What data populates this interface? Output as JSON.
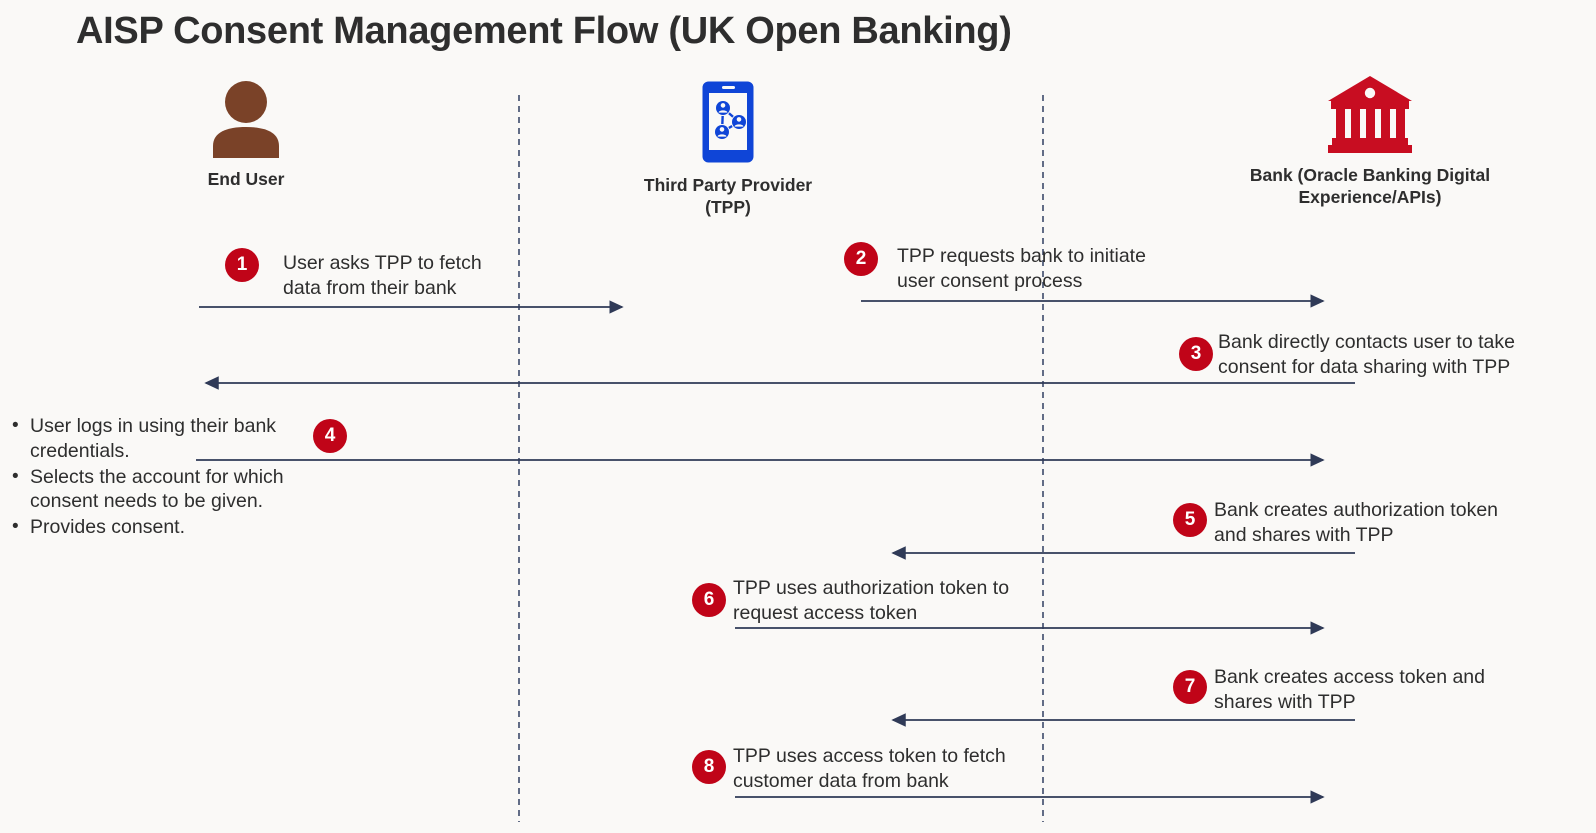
{
  "page": {
    "title": "AISP Consent Management Flow (UK Open Banking)",
    "background_color": "#faf9f7",
    "accent_red": "#c00418",
    "arrow_color": "#2f3a57",
    "lifeline_color": "#3c4a6b",
    "brown": "#7a4228",
    "blue": "#0f45d7"
  },
  "actors": [
    {
      "id": "end-user",
      "label": "End User",
      "icon": "user-icon"
    },
    {
      "id": "tpp",
      "label": "Third Party\nProvider (TPP)",
      "icon": "mobile-network-icon"
    },
    {
      "id": "bank",
      "label": "Bank (Oracle Banking Digital\nExperience/APIs)",
      "icon": "bank-building-icon"
    }
  ],
  "steps": [
    {
      "number": "1",
      "text": "User asks TPP to fetch\ndata from their bank",
      "from": "end-user",
      "to": "tpp",
      "direction": "right"
    },
    {
      "number": "2",
      "text": "TPP requests bank to initiate\nuser consent process",
      "from": "tpp",
      "to": "bank",
      "direction": "right"
    },
    {
      "number": "3",
      "text": "Bank directly contacts user to take\nconsent for data sharing with TPP",
      "from": "bank",
      "to": "end-user",
      "direction": "left"
    },
    {
      "number": "4",
      "text": "",
      "from": "end-user",
      "to": "bank",
      "direction": "right"
    },
    {
      "number": "5",
      "text": "Bank creates authorization token\nand shares with TPP",
      "from": "bank",
      "to": "tpp",
      "direction": "left"
    },
    {
      "number": "6",
      "text": "TPP uses authorization token to\nrequest access token",
      "from": "tpp",
      "to": "bank",
      "direction": "right"
    },
    {
      "number": "7",
      "text": "Bank creates access token and\nshares with TPP",
      "from": "bank",
      "to": "tpp",
      "direction": "left"
    },
    {
      "number": "8",
      "text": "TPP uses access token to fetch\ncustomer data from bank",
      "from": "tpp",
      "to": "bank",
      "direction": "right"
    }
  ],
  "step4_bullets": [
    "User logs in using their bank credentials.",
    "Selects the account for which consent needs to be given.",
    "Provides consent."
  ]
}
